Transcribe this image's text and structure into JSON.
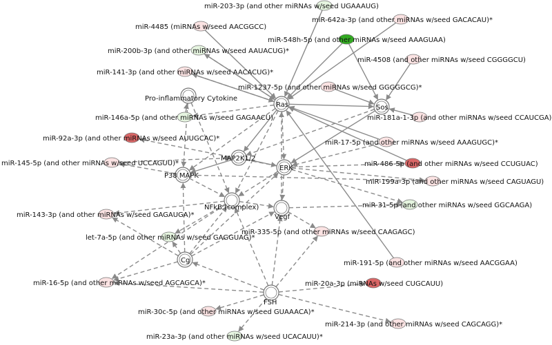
{
  "colors": {
    "edge": "#8a8a8a",
    "node_stroke": "#777777",
    "hub_fill": "#ffffff",
    "down_light": "#e6f5e0",
    "down_mid": "#bfe3b0",
    "down_strong": "#33aa22",
    "up_light": "#fbe3e3",
    "up_mid": "#f2b8b8",
    "up_strong": "#d96666"
  },
  "nodes": [
    {
      "id": "ras",
      "label": "Ras",
      "shape": "hub"
    },
    {
      "id": "sos",
      "label": "Sos",
      "shape": "hub"
    },
    {
      "id": "erk",
      "label": "ERK",
      "shape": "hub"
    },
    {
      "id": "map2k",
      "label": "MAP2K1/2",
      "shape": "hub"
    },
    {
      "id": "p38",
      "label": "P38 MAPK",
      "shape": "hub"
    },
    {
      "id": "nfkb",
      "label": "NFkB (complex)",
      "shape": "hub"
    },
    {
      "id": "vegf",
      "label": "Vegf",
      "shape": "hub"
    },
    {
      "id": "cg",
      "label": "Cg",
      "shape": "hub"
    },
    {
      "id": "fsh",
      "label": "FSH",
      "shape": "hub"
    },
    {
      "id": "cyto",
      "label": "Pro-inflammatory Cytokine",
      "shape": "hub"
    },
    {
      "id": "m203",
      "label": "miR-203-3p (and other miRNAs w/seed UGAAAUG)",
      "shape": "mirna",
      "color": "down_light"
    },
    {
      "id": "m4485",
      "label": "miR-4485 (miRNAs w/seed AACGGCC)",
      "shape": "mirna",
      "color": "up_light"
    },
    {
      "id": "m642",
      "label": "miR-642a-3p (and other miRNAs w/seed GACACAU)*",
      "shape": "mirna",
      "color": "up_light"
    },
    {
      "id": "m548",
      "label": "miR-548h-5p (and other miRNAs w/seed AAAGUAA)",
      "shape": "mirna",
      "color": "down_strong"
    },
    {
      "id": "m200b",
      "label": "miR-200b-3p (and other miRNAs w/seed AAUACUG)*",
      "shape": "mirna",
      "color": "down_light"
    },
    {
      "id": "m4508",
      "label": "miR-4508 (and other miRNAs w/seed CGGGGCU)",
      "shape": "mirna",
      "color": "up_light"
    },
    {
      "id": "m141",
      "label": "miR-141-3p (and other miRNAs w/seed AACACUG)*",
      "shape": "mirna",
      "color": "up_light"
    },
    {
      "id": "m1237",
      "label": "miR-1237-5p (and other miRNAs w/seed GGGGGCG)*",
      "shape": "mirna",
      "color": "up_light"
    },
    {
      "id": "m146a",
      "label": "miR-146a-5p (and other miRNAs w/seed GAGAACU)",
      "shape": "mirna",
      "color": "down_light"
    },
    {
      "id": "m181a",
      "label": "miR-181a-1-3p (and other miRNAs w/seed CCAUCGA)",
      "shape": "mirna",
      "color": "up_light"
    },
    {
      "id": "m92a",
      "label": "miR-92a-3p (and other miRNAs w/seed AUUGCAC)*",
      "shape": "mirna",
      "color": "up_strong"
    },
    {
      "id": "m17",
      "label": "miR-17-5p (and other miRNAs w/seed AAAGUGC)*",
      "shape": "mirna",
      "color": "up_light"
    },
    {
      "id": "m145",
      "label": "miR-145-5p (and other miRNAs w/seed UCCAGUU)*",
      "shape": "mirna",
      "color": "up_light"
    },
    {
      "id": "m486",
      "label": "miR-486-5p (and other miRNAs w/seed CCUGUAC)",
      "shape": "mirna",
      "color": "up_strong"
    },
    {
      "id": "m199a",
      "label": "miR-199a-3p (and other miRNAs w/seed CAGUAGU)",
      "shape": "mirna",
      "color": "up_light"
    },
    {
      "id": "m31",
      "label": "miR-31-5p (and other miRNAs w/seed GGCAAGA)",
      "shape": "mirna",
      "color": "down_light"
    },
    {
      "id": "m143",
      "label": "miR-143-3p (and other miRNAs w/seed GAGAUGA)*",
      "shape": "mirna",
      "color": "up_light"
    },
    {
      "id": "m335",
      "label": "miR-335-5p (and other miRNAs w/seed CAAGAGC)",
      "shape": "mirna",
      "color": "up_light"
    },
    {
      "id": "let7a",
      "label": "let-7a-5p (and other miRNAs w/seed GAGGUAG)*",
      "shape": "mirna",
      "color": "down_light"
    },
    {
      "id": "m191",
      "label": "miR-191-5p (and other miRNAs w/seed AACGGAA)",
      "shape": "mirna",
      "color": "up_light"
    },
    {
      "id": "m16",
      "label": "miR-16-5p (and other miRNAs w/seed AGCAGCA)*",
      "shape": "mirna",
      "color": "up_light"
    },
    {
      "id": "m20a",
      "label": "miR-20a-3p (miRNAs w/seed CUGCAUU)",
      "shape": "mirna",
      "color": "up_strong"
    },
    {
      "id": "m30c",
      "label": "miR-30c-5p (and other miRNAs w/seed GUAAACA)*",
      "shape": "mirna",
      "color": "up_light"
    },
    {
      "id": "m214",
      "label": "miR-214-3p (and other miRNAs w/seed CAGCAGG)*",
      "shape": "mirna",
      "color": "up_light"
    },
    {
      "id": "m23a",
      "label": "miR-23a-3p (and other miRNAs w/seed UCACAUU)*",
      "shape": "mirna",
      "color": "down_light"
    }
  ],
  "edges": [
    {
      "from": "m548",
      "to": "ras",
      "style": "solid"
    },
    {
      "from": "m548",
      "to": "sos",
      "style": "solid"
    },
    {
      "from": "m4508",
      "to": "sos",
      "style": "solid"
    },
    {
      "from": "m181a",
      "to": "sos",
      "style": "solid"
    },
    {
      "from": "m1237",
      "to": "sos",
      "style": "solid"
    },
    {
      "from": "ras",
      "to": "sos",
      "style": "solid"
    },
    {
      "from": "m203",
      "to": "ras",
      "style": "solid"
    },
    {
      "from": "m642",
      "to": "ras",
      "style": "solid"
    },
    {
      "from": "m4485",
      "to": "ras",
      "style": "solid"
    },
    {
      "from": "m200b",
      "to": "ras",
      "style": "solid"
    },
    {
      "from": "m141",
      "to": "ras",
      "style": "solid"
    },
    {
      "from": "m17",
      "to": "ras",
      "style": "solid"
    },
    {
      "from": "m486",
      "to": "ras",
      "style": "solid"
    },
    {
      "from": "ras",
      "to": "map2k",
      "style": "solid"
    },
    {
      "from": "ras",
      "to": "erk",
      "style": "dashed"
    },
    {
      "from": "ras",
      "to": "p38",
      "style": "dashed"
    },
    {
      "from": "ras",
      "to": "nfkb",
      "style": "dashed"
    },
    {
      "from": "ras",
      "to": "m146a",
      "style": "dashed"
    },
    {
      "from": "ras",
      "to": "m200b",
      "style": "dashed"
    },
    {
      "from": "ras",
      "to": "m141",
      "style": "dashed"
    },
    {
      "from": "vegf",
      "to": "ras",
      "style": "dashed"
    },
    {
      "from": "m191",
      "to": "ras",
      "style": "solid"
    },
    {
      "from": "sos",
      "to": "erk",
      "style": "solid"
    },
    {
      "from": "sos",
      "to": "map2k",
      "style": "dashed"
    },
    {
      "from": "map2k",
      "to": "erk",
      "style": "solid"
    },
    {
      "from": "map2k",
      "to": "p38",
      "style": "solid"
    },
    {
      "from": "erk",
      "to": "m92a",
      "style": "dashed"
    },
    {
      "from": "erk",
      "to": "m199a",
      "style": "dashed"
    },
    {
      "from": "erk",
      "to": "m31",
      "style": "dashed"
    },
    {
      "from": "erk",
      "to": "m486",
      "style": "dashed"
    },
    {
      "from": "erk",
      "to": "vegf",
      "style": "dashed"
    },
    {
      "from": "erk",
      "to": "nfkb",
      "style": "dashed"
    },
    {
      "from": "m17",
      "to": "erk",
      "style": "dashed"
    },
    {
      "from": "p38",
      "to": "m145",
      "style": "dashed"
    },
    {
      "from": "p38",
      "to": "nfkb",
      "style": "dashed"
    },
    {
      "from": "p38",
      "to": "m199a",
      "style": "dashed"
    },
    {
      "from": "nfkb",
      "to": "vegf",
      "style": "dashed"
    },
    {
      "from": "cyto",
      "to": "p38",
      "style": "dashed"
    },
    {
      "from": "cyto",
      "to": "nfkb",
      "style": "dashed"
    },
    {
      "from": "m146a",
      "to": "cyto",
      "style": "dashed"
    },
    {
      "from": "nfkb",
      "to": "m143",
      "style": "dashed"
    },
    {
      "from": "nfkb",
      "to": "m16",
      "style": "dashed"
    },
    {
      "from": "nfkb",
      "to": "let7a",
      "style": "dashed"
    },
    {
      "from": "vegf",
      "to": "m335",
      "style": "dashed"
    },
    {
      "from": "vegf",
      "to": "m31",
      "style": "dashed"
    },
    {
      "from": "cg",
      "to": "let7a",
      "style": "dashed"
    },
    {
      "from": "cg",
      "to": "nfkb",
      "style": "dashed"
    },
    {
      "from": "cg",
      "to": "vegf",
      "style": "dashed"
    },
    {
      "from": "cg",
      "to": "erk",
      "style": "dashed"
    },
    {
      "from": "cg",
      "to": "m16",
      "style": "dashed"
    },
    {
      "from": "cg",
      "to": "m143",
      "style": "dashed"
    },
    {
      "from": "cg",
      "to": "p38",
      "style": "dashed"
    },
    {
      "from": "fsh",
      "to": "cg",
      "style": "dashed"
    },
    {
      "from": "fsh",
      "to": "nfkb",
      "style": "dashed"
    },
    {
      "from": "fsh",
      "to": "vegf",
      "style": "dashed"
    },
    {
      "from": "fsh",
      "to": "m335",
      "style": "dashed"
    },
    {
      "from": "fsh",
      "to": "m20a",
      "style": "dashed"
    },
    {
      "from": "fsh",
      "to": "m214",
      "style": "dashed"
    },
    {
      "from": "fsh",
      "to": "m30c",
      "style": "dashed"
    },
    {
      "from": "fsh",
      "to": "m23a",
      "style": "dashed"
    },
    {
      "from": "fsh",
      "to": "m16",
      "style": "dashed"
    },
    {
      "from": "m145",
      "to": "map2k",
      "style": "dashed"
    }
  ]
}
